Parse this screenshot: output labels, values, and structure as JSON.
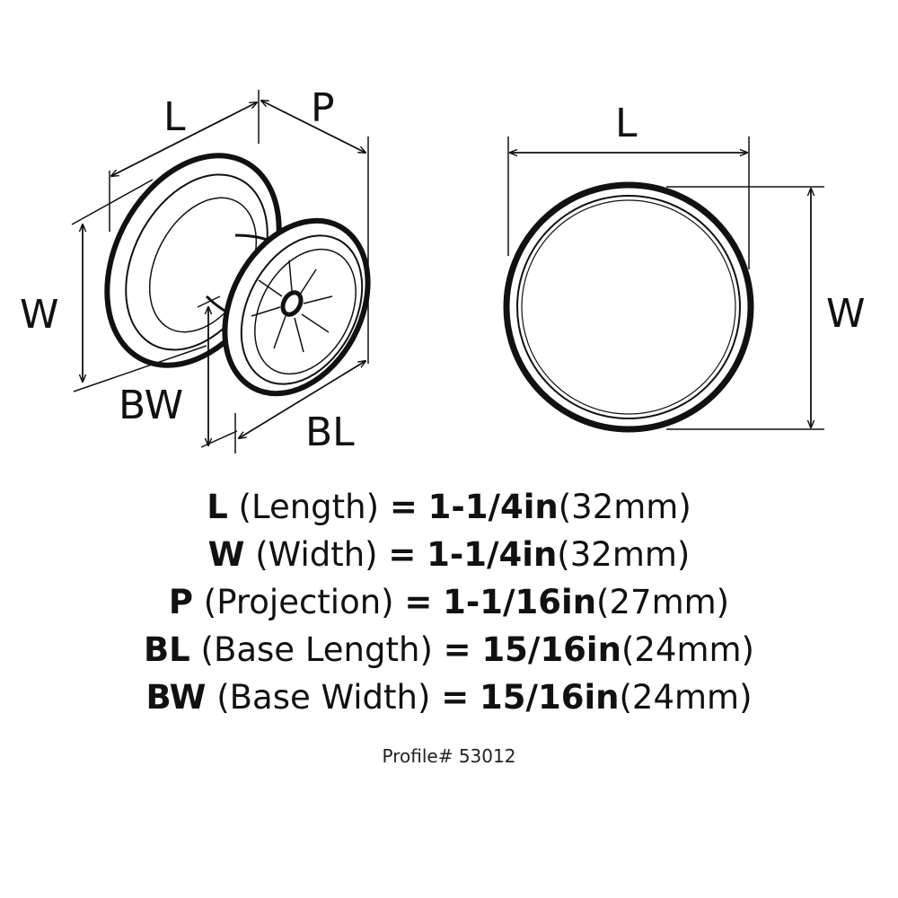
{
  "iso_view": {
    "labels": {
      "L": "L",
      "P": "P",
      "W": "W",
      "BW": "BW",
      "BL": "BL"
    }
  },
  "front_view": {
    "labels": {
      "L": "L",
      "W": "W"
    }
  },
  "specs": [
    {
      "code": "L",
      "desc": "(Length)",
      "eq": "=",
      "imperial": "1-1/4in",
      "metric": "(32mm)"
    },
    {
      "code": "W",
      "desc": "(Width)",
      "eq": "=",
      "imperial": "1-1/4in",
      "metric": "(32mm)"
    },
    {
      "code": "P",
      "desc": "(Projection)",
      "eq": "=",
      "imperial": "1-1/16in",
      "metric": "(27mm)"
    },
    {
      "code": "BL",
      "desc": "(Base Length)",
      "eq": "=",
      "imperial": "15/16in",
      "metric": "(24mm)"
    },
    {
      "code": "BW",
      "desc": "(Base Width)",
      "eq": "=",
      "imperial": "15/16in",
      "metric": "(24mm)"
    }
  ],
  "profile": "Profile# 53012",
  "colors": {
    "ink": "#111111",
    "background": "#ffffff"
  }
}
